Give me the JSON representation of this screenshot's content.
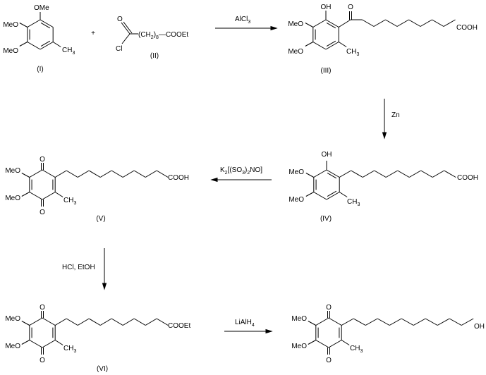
{
  "compounds": {
    "I": {
      "label": "(I)",
      "ome_top": "OMe",
      "meo_1": "MeO",
      "meo_2": "MeO",
      "ch": "CH",
      "three": "3"
    },
    "II": {
      "label": "(II)",
      "o": "O",
      "cl": "Cl",
      "ch_open": "(CH",
      "sub2": "2",
      "close": ")",
      "sub8": "8",
      "tail": "—COOEt"
    },
    "III": {
      "label": "(III)",
      "oh": "OH",
      "o": "O",
      "meo_1": "MeO",
      "meo_2": "MeO",
      "ch": "CH",
      "three": "3",
      "acid": "COOH"
    },
    "IV": {
      "label": "(IV)",
      "oh": "OH",
      "meo_1": "MeO",
      "meo_2": "MeO",
      "ch": "CH",
      "three": "3",
      "acid": "COOH"
    },
    "V": {
      "label": "(V)",
      "o_top": "O",
      "o_bottom": "O",
      "meo_1": "MeO",
      "meo_2": "MeO",
      "ch": "CH",
      "three": "3",
      "acid": "COOH"
    },
    "VI": {
      "label": "(VI)",
      "o_top": "O",
      "o_bottom": "O",
      "meo_1": "MeO",
      "meo_2": "MeO",
      "ch": "CH",
      "three": "3",
      "ester": "COOEt"
    },
    "product": {
      "o_top": "O",
      "o_bottom": "O",
      "meo_1": "MeO",
      "meo_2": "MeO",
      "ch": "CH",
      "three": "3",
      "oh": "OH"
    }
  },
  "plus": "+",
  "reagents": {
    "step1": {
      "a": "AlCl",
      "b": "3"
    },
    "step2": "Zn",
    "step3": {
      "a": "K",
      "b": "2",
      "c": "[(SO",
      "d": "3",
      "e": ")",
      "f": "2",
      "g": "NO]"
    },
    "step4": "HCl, EtOH",
    "step5": {
      "a": "LiAlH",
      "b": "4"
    }
  }
}
